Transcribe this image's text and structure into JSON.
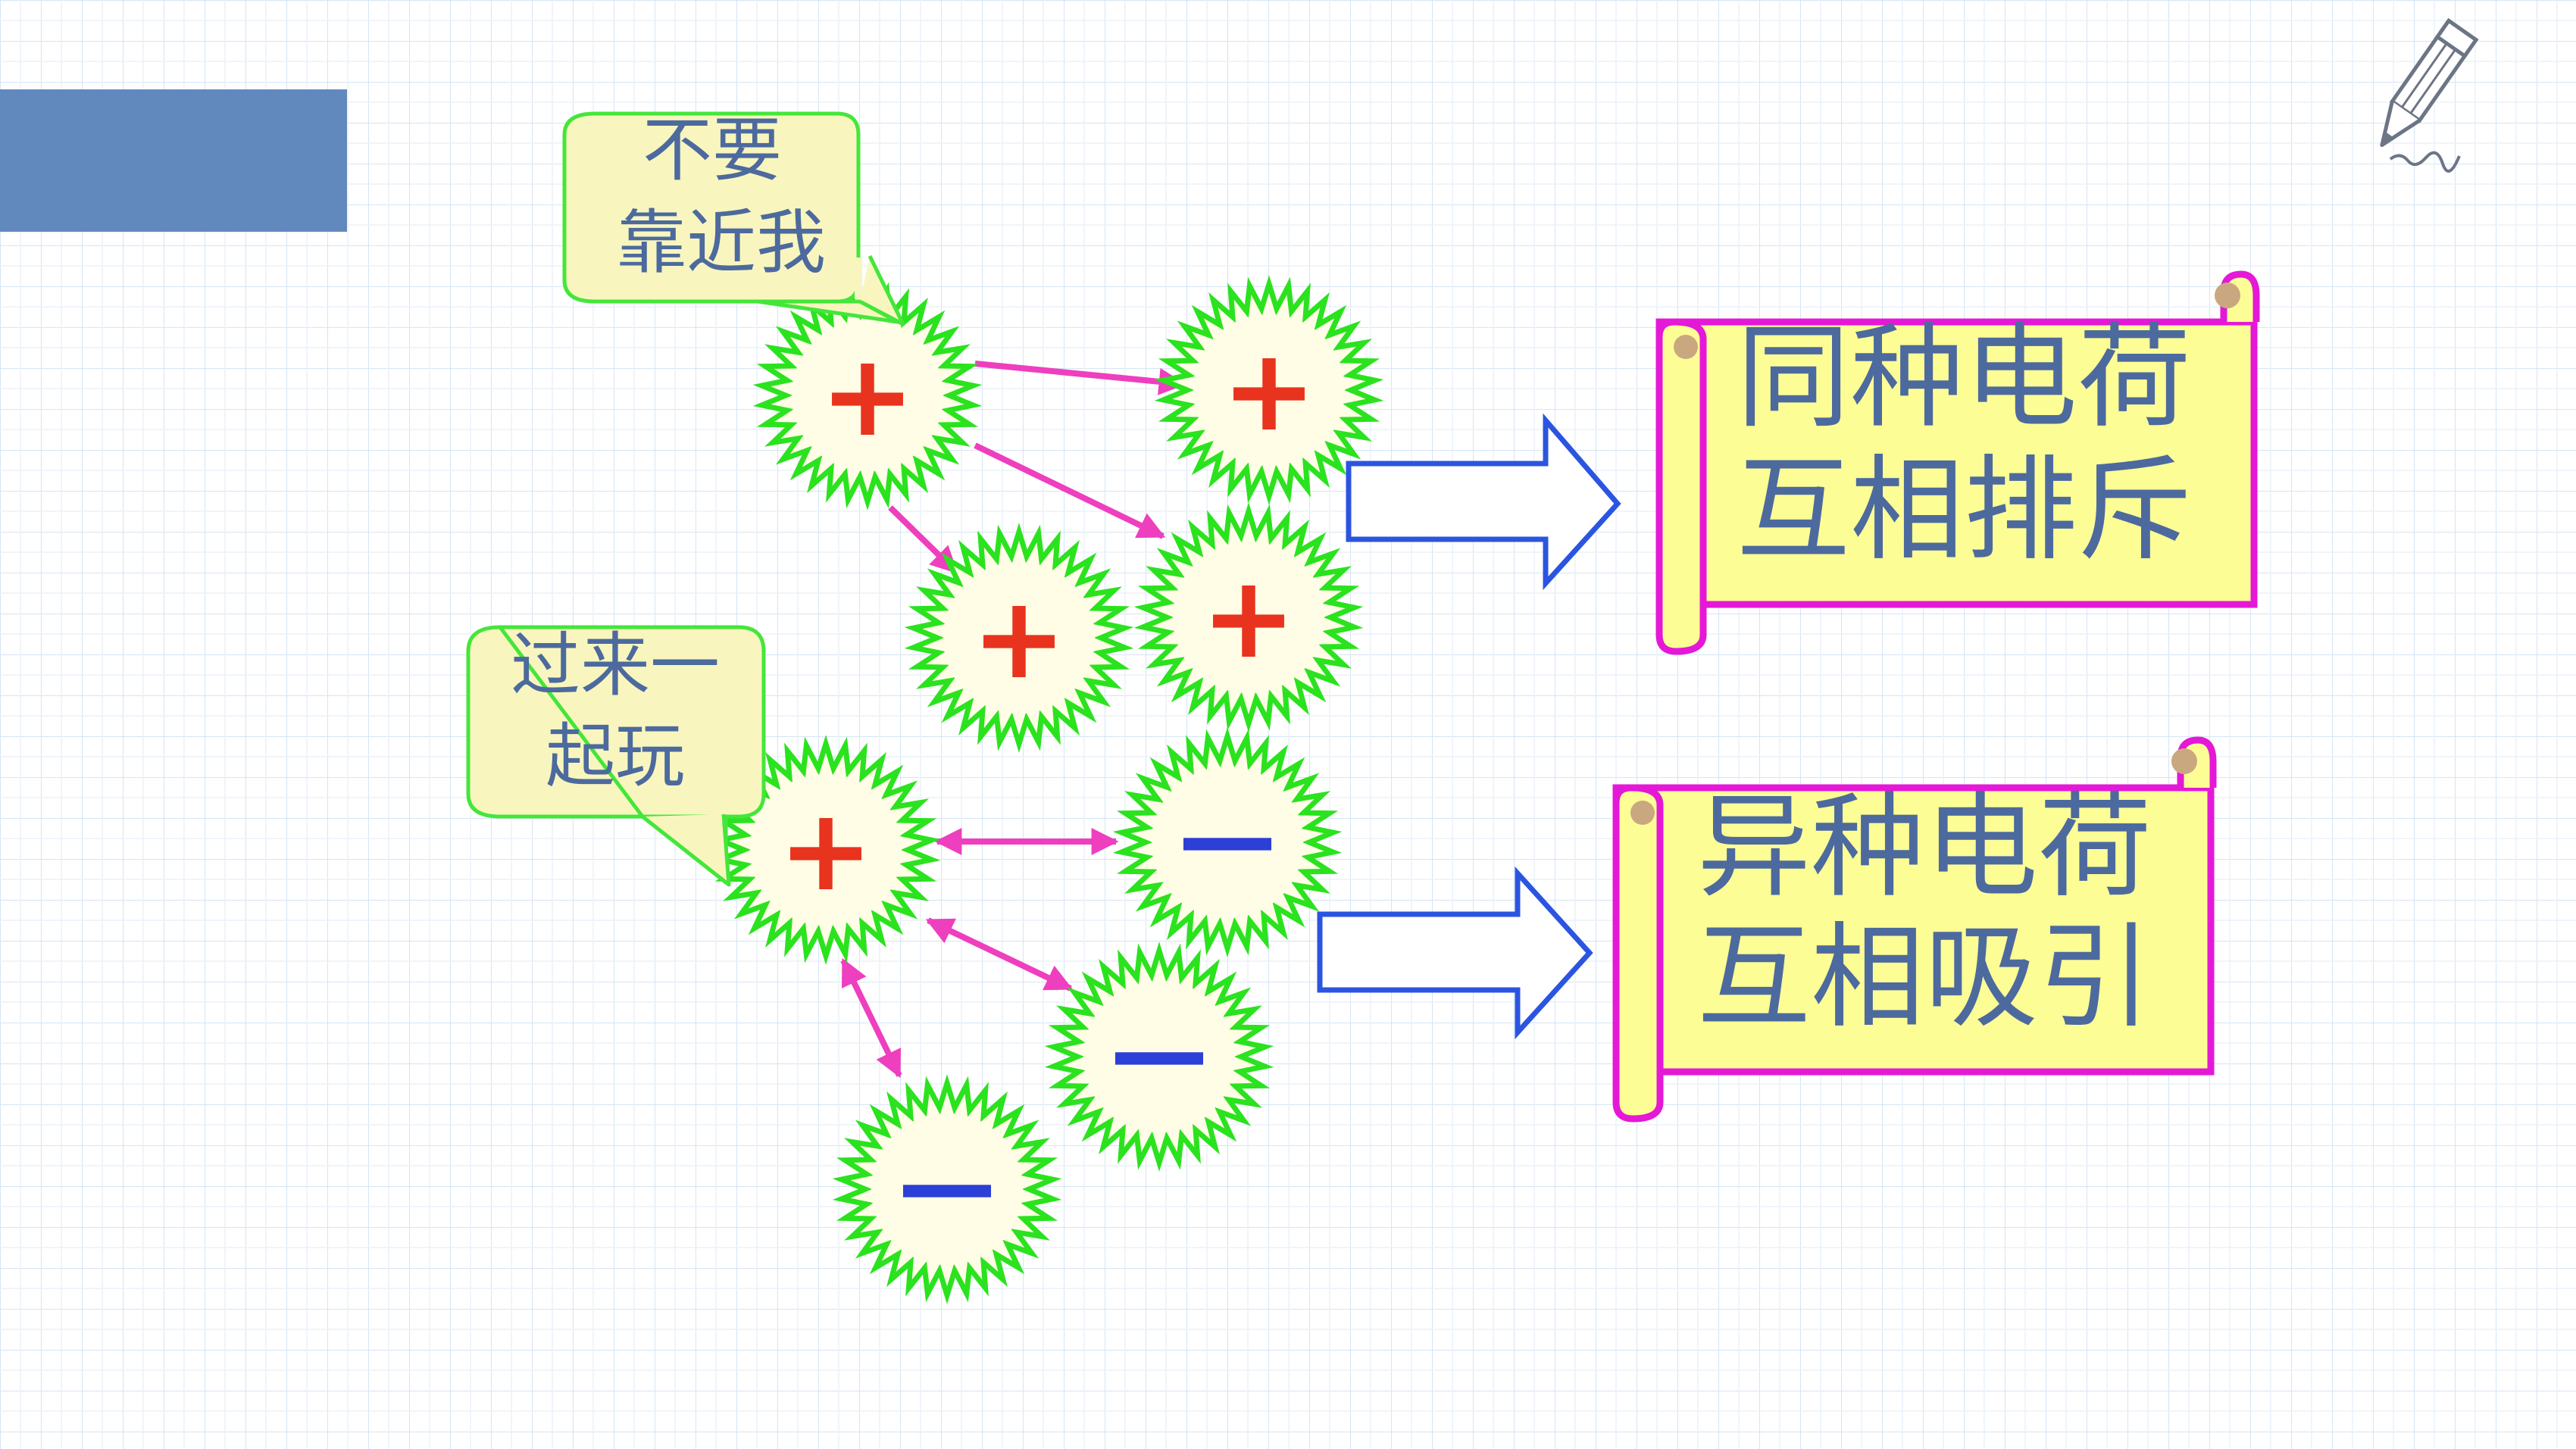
{
  "speech_bubbles": {
    "keep_away": {
      "line1": "不要",
      "line2": "靠近我"
    },
    "come_play": {
      "line1": "过来一",
      "line2": "起玩"
    }
  },
  "charges": {
    "positive_symbol": "+",
    "negative_symbol": "—"
  },
  "scrolls": {
    "like_charges": {
      "line1": "同种电荷",
      "line2": "互相排斥"
    },
    "unlike_charges": {
      "line1": "异种电荷",
      "line2": "互相吸引"
    }
  },
  "colors": {
    "header_block": "#6289BE",
    "grid_line": "#D7E6F5",
    "charge_glow": "#2BE21F",
    "charge_fill": "#FFFDE6",
    "positive_sign": "#E8331E",
    "negative_sign": "#2C3FD6",
    "interaction_arrow": "#EE3FBF",
    "block_arrow": "#2B55E0",
    "scroll_border": "#E418D6",
    "scroll_fill": "#FDFD96",
    "bubble_border": "#44E63A",
    "bubble_fill": "#F8F6BE",
    "text": "#4D6A9E"
  },
  "icons": [
    "pencil-icon"
  ]
}
